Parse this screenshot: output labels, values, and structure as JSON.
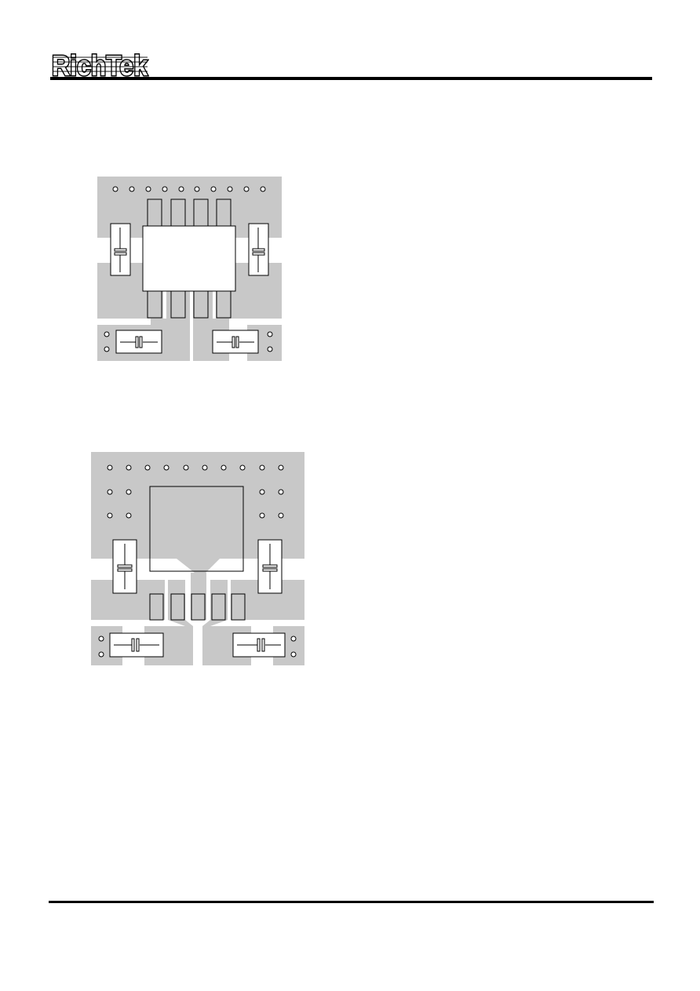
{
  "header": {
    "logo_text": "RichTek"
  },
  "colors": {
    "copper": "#c8c8c8",
    "outline": "#000000",
    "rule": "#000000"
  },
  "layouts": [
    {
      "name": "pcb-layout-msop8"
    },
    {
      "name": "pcb-layout-exposed-pad"
    }
  ]
}
